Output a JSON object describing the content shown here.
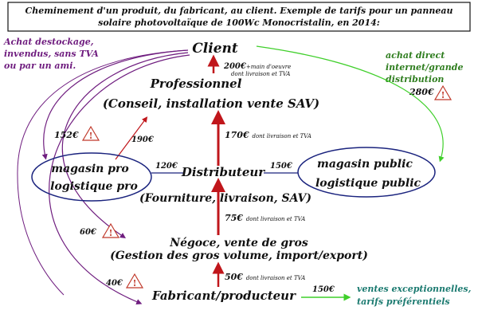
{
  "title": {
    "line1": "Cheminement d'un produit, du fabricant, au client. Exemple de tarifs pour un panneau",
    "line2": "solaire photovoltaïque de 100Wc Monocristalin, en 2014:"
  },
  "left_note": [
    "Achat destockage,",
    "invendus, sans TVA",
    "ou par un ami."
  ],
  "right_note": [
    "achat direct",
    "internet/grande",
    "distribution"
  ],
  "nodes": {
    "client": "Client",
    "professionnel": "Professionnel",
    "professionnel_desc": "(Conseil, installation vente SAV)",
    "distributeur": "Distributeur",
    "distributeur_desc": "(Fourniture, livraison, SAV)",
    "magasin_pro": [
      "magasin pro",
      "logistique pro"
    ],
    "magasin_public": [
      "magasin public",
      "logistique public"
    ],
    "negoce": "Négoce, vente de gros",
    "negoce_desc": "(Gestion des gros volume, import/export)",
    "fabricant": "Fabricant/producteur",
    "ventes_exc": [
      "ventes exceptionnelles,",
      "tarifs préférentiels"
    ]
  },
  "prices": {
    "client_pro": "200€",
    "client_pro_extra": "+main d'oeuvre",
    "client_pro_note": "dont livraison et TVA",
    "pro_dist": "170€",
    "pro_dist_note": "dont livraison et TVA",
    "magpro_pro": "190€",
    "dist_magpro": "120€",
    "dist_magpub": "150€",
    "negoce_dist": "75€",
    "negoce_dist_note": "dont livraison et TVA",
    "fab_negoce": "50€",
    "fab_negoce_note": "dont livraison et TVA",
    "fab_exc": "150€",
    "direct_public": "280€",
    "destock_magpro": "152€",
    "destock_negoce": "60€",
    "destock_fab": "40€"
  },
  "colors": {
    "red": "#c0161b",
    "purple": "#6f1d7f",
    "green": "#3fcf2a",
    "navy": "#1a237e",
    "warning": "#c0392b"
  }
}
